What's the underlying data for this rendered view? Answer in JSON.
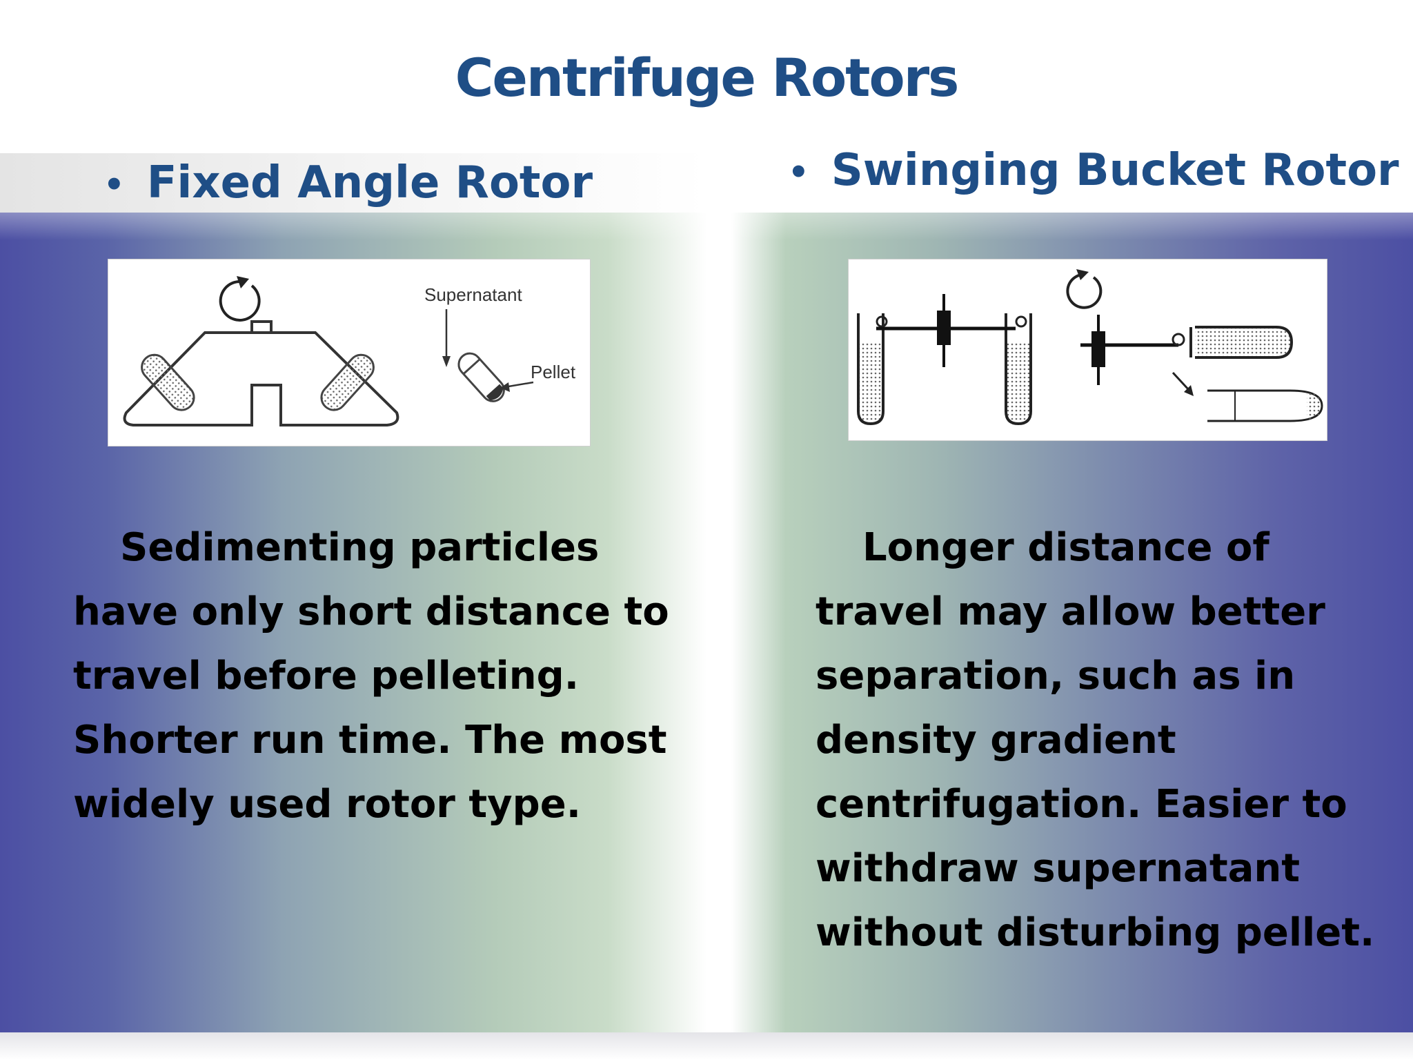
{
  "slide": {
    "title": "Centrifuge Rotors"
  },
  "left_column": {
    "heading": "Fixed Angle Rotor",
    "bullet": "•",
    "figure": {
      "label_supernatant": "Supernatant",
      "label_pellet": "Pellet"
    },
    "body_lines": [
      "Sedimenting particles",
      "have only short distance to",
      "travel before pelleting.",
      "Shorter run time. The most",
      "widely used rotor type."
    ]
  },
  "right_column": {
    "heading": "Swinging Bucket Rotor",
    "bullet": "•",
    "body_lines": [
      "Longer distance of",
      "travel may allow better",
      "separation, such as in",
      "density gradient",
      "centrifugation. Easier to",
      "withdraw supernatant",
      "without disturbing pellet."
    ]
  },
  "colors": {
    "title": "#1f4e86",
    "heading": "#1f4e86",
    "panel_blue": "#4c4fa3",
    "panel_green": "#c9dcc8"
  },
  "icons": {
    "rotation": "rotation-arrow-icon"
  }
}
